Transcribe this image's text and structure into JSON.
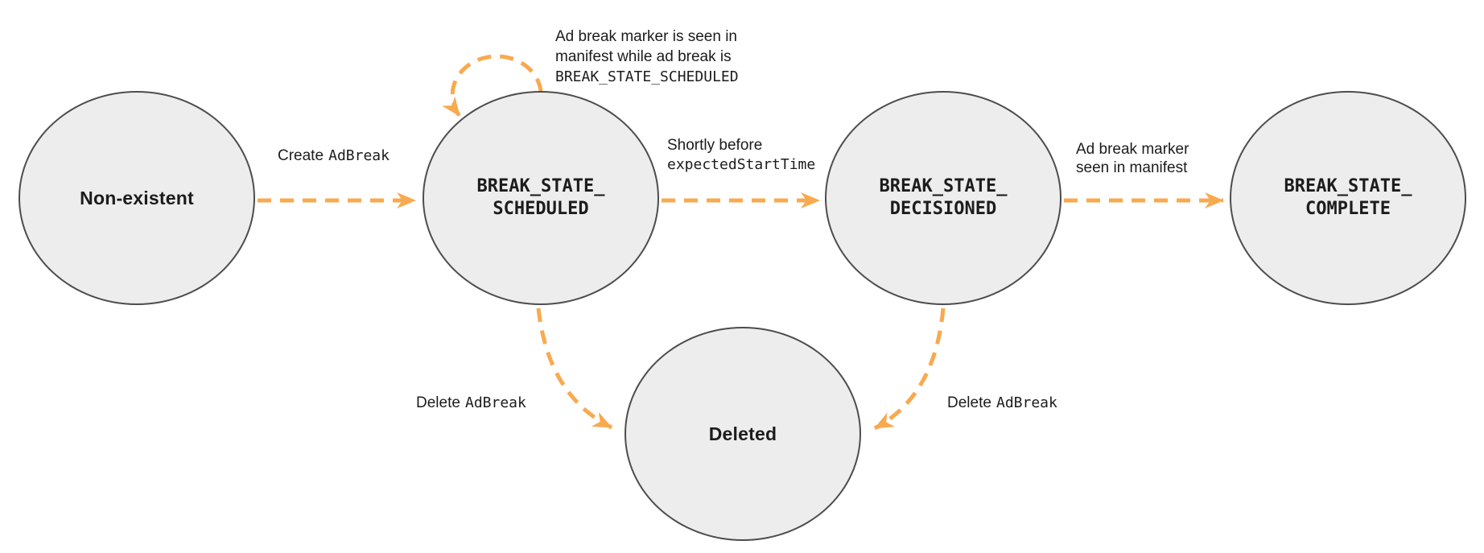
{
  "colors": {
    "arrow": "#F9A94E",
    "node_fill": "#EDEDED",
    "node_border": "#4D4D4D",
    "text": "#1C1C1C"
  },
  "states": {
    "non_existent": {
      "label": "Non-existent"
    },
    "scheduled": {
      "line1": "BREAK_STATE_",
      "line2": "SCHEDULED"
    },
    "decisioned": {
      "line1": "BREAK_STATE_",
      "line2": "DECISIONED"
    },
    "complete": {
      "line1": "BREAK_STATE_",
      "line2": "COMPLETE"
    },
    "deleted": {
      "label": "Deleted"
    }
  },
  "transitions": {
    "create_ad_break": {
      "text": "Create",
      "code": "AdBreak"
    },
    "marker_seen_while_scheduled": {
      "line1": "Ad break marker is seen in",
      "line2": "manifest while ad break is",
      "code_line": "BREAK_STATE_SCHEDULED"
    },
    "shortly_before": {
      "text": "Shortly before",
      "code": "expectedStartTime"
    },
    "marker_seen": {
      "line1": "Ad break marker",
      "line2": "seen in manifest"
    },
    "delete_from_scheduled": {
      "text": "Delete",
      "code": "AdBreak"
    },
    "delete_from_decisioned": {
      "text": "Delete",
      "code": "AdBreak"
    }
  }
}
